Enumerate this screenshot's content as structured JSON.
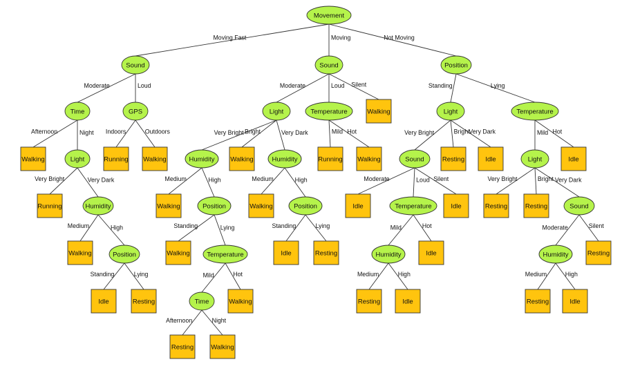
{
  "diagram": {
    "colors": {
      "decision_node": "#b5f34b",
      "leaf_node": "#ffc40e",
      "outline": "#333333"
    },
    "nodes": [
      {
        "id": "root",
        "label": "Movement",
        "kind": "decision"
      },
      {
        "id": "n1",
        "label": "Sound",
        "kind": "decision"
      },
      {
        "id": "n2",
        "label": "Sound",
        "kind": "decision"
      },
      {
        "id": "n3",
        "label": "Position",
        "kind": "decision"
      },
      {
        "id": "n4",
        "label": "Time",
        "kind": "decision"
      },
      {
        "id": "n5",
        "label": "GPS",
        "kind": "decision"
      },
      {
        "id": "n6",
        "label": "Walking",
        "kind": "leaf"
      },
      {
        "id": "n7",
        "label": "Light",
        "kind": "decision"
      },
      {
        "id": "n8",
        "label": "Running",
        "kind": "leaf"
      },
      {
        "id": "n9",
        "label": "Walking",
        "kind": "leaf"
      },
      {
        "id": "n10",
        "label": "Running",
        "kind": "leaf"
      },
      {
        "id": "n11",
        "label": "Humidity",
        "kind": "decision"
      },
      {
        "id": "n12",
        "label": "Walking",
        "kind": "leaf"
      },
      {
        "id": "n13",
        "label": "Position",
        "kind": "decision"
      },
      {
        "id": "n14",
        "label": "Idle",
        "kind": "leaf"
      },
      {
        "id": "n15",
        "label": "Resting",
        "kind": "leaf"
      },
      {
        "id": "n16",
        "label": "Light",
        "kind": "decision"
      },
      {
        "id": "n17",
        "label": "Humidity",
        "kind": "decision"
      },
      {
        "id": "n18",
        "label": "Walking",
        "kind": "leaf"
      },
      {
        "id": "n19",
        "label": "Humidity",
        "kind": "decision"
      },
      {
        "id": "n20",
        "label": "Walking",
        "kind": "leaf"
      },
      {
        "id": "n21",
        "label": "Position",
        "kind": "decision"
      },
      {
        "id": "n22",
        "label": "Walking",
        "kind": "leaf"
      },
      {
        "id": "n23",
        "label": "Temperature",
        "kind": "decision"
      },
      {
        "id": "n24",
        "label": "Time",
        "kind": "decision"
      },
      {
        "id": "n25",
        "label": "Walking",
        "kind": "leaf"
      },
      {
        "id": "n26",
        "label": "Resting",
        "kind": "leaf"
      },
      {
        "id": "n27",
        "label": "Walking",
        "kind": "leaf"
      },
      {
        "id": "n28",
        "label": "Walking",
        "kind": "leaf"
      },
      {
        "id": "n29",
        "label": "Position",
        "kind": "decision"
      },
      {
        "id": "n30",
        "label": "Idle",
        "kind": "leaf"
      },
      {
        "id": "n31",
        "label": "Resting",
        "kind": "leaf"
      },
      {
        "id": "n32",
        "label": "Temperature",
        "kind": "decision"
      },
      {
        "id": "n33",
        "label": "Running",
        "kind": "leaf"
      },
      {
        "id": "n34",
        "label": "Walking",
        "kind": "leaf"
      },
      {
        "id": "n35",
        "label": "Walking",
        "kind": "leaf"
      },
      {
        "id": "n36",
        "label": "Light",
        "kind": "decision"
      },
      {
        "id": "n37",
        "label": "Sound",
        "kind": "decision"
      },
      {
        "id": "n38",
        "label": "Resting",
        "kind": "leaf"
      },
      {
        "id": "n39",
        "label": "Idle",
        "kind": "leaf"
      },
      {
        "id": "n40",
        "label": "Idle",
        "kind": "leaf"
      },
      {
        "id": "n41",
        "label": "Temperature",
        "kind": "decision"
      },
      {
        "id": "n42",
        "label": "Idle",
        "kind": "leaf"
      },
      {
        "id": "n43",
        "label": "Humidity",
        "kind": "decision"
      },
      {
        "id": "n44",
        "label": "Idle",
        "kind": "leaf"
      },
      {
        "id": "n45",
        "label": "Resting",
        "kind": "leaf"
      },
      {
        "id": "n46",
        "label": "Idle",
        "kind": "leaf"
      },
      {
        "id": "n47",
        "label": "Temperature",
        "kind": "decision"
      },
      {
        "id": "n48",
        "label": "Light",
        "kind": "decision"
      },
      {
        "id": "n49",
        "label": "Idle",
        "kind": "leaf"
      },
      {
        "id": "n50",
        "label": "Resting",
        "kind": "leaf"
      },
      {
        "id": "n51",
        "label": "Resting",
        "kind": "leaf"
      },
      {
        "id": "n52",
        "label": "Sound",
        "kind": "decision"
      },
      {
        "id": "n53",
        "label": "Humidity",
        "kind": "decision"
      },
      {
        "id": "n54",
        "label": "Resting",
        "kind": "leaf"
      },
      {
        "id": "n55",
        "label": "Resting",
        "kind": "leaf"
      },
      {
        "id": "n56",
        "label": "Idle",
        "kind": "leaf"
      }
    ],
    "edges": [
      {
        "from": "root",
        "to": "n1",
        "label": "Moving Fast"
      },
      {
        "from": "root",
        "to": "n2",
        "label": "Moving"
      },
      {
        "from": "root",
        "to": "n3",
        "label": "Not Moving"
      },
      {
        "from": "n1",
        "to": "n4",
        "label": "Moderate"
      },
      {
        "from": "n1",
        "to": "n5",
        "label": "Loud"
      },
      {
        "from": "n4",
        "to": "n6",
        "label": "Afternoon"
      },
      {
        "from": "n4",
        "to": "n7",
        "label": "Night"
      },
      {
        "from": "n5",
        "to": "n8",
        "label": "Indoors"
      },
      {
        "from": "n5",
        "to": "n9",
        "label": "Outdoors"
      },
      {
        "from": "n7",
        "to": "n10",
        "label": "Very Bright"
      },
      {
        "from": "n7",
        "to": "n11",
        "label": "Very Dark"
      },
      {
        "from": "n11",
        "to": "n12",
        "label": "Medium"
      },
      {
        "from": "n11",
        "to": "n13",
        "label": "High"
      },
      {
        "from": "n13",
        "to": "n14",
        "label": "Standing"
      },
      {
        "from": "n13",
        "to": "n15",
        "label": "Lying"
      },
      {
        "from": "n2",
        "to": "n16",
        "label": "Moderate"
      },
      {
        "from": "n2",
        "to": "n32",
        "label": "Loud"
      },
      {
        "from": "n2",
        "to": "n35",
        "label": "Silent"
      },
      {
        "from": "n16",
        "to": "n17",
        "label": "Very Bright"
      },
      {
        "from": "n16",
        "to": "n18",
        "label": "Bright"
      },
      {
        "from": "n16",
        "to": "n19",
        "label": "Very Dark"
      },
      {
        "from": "n17",
        "to": "n20",
        "label": "Medium"
      },
      {
        "from": "n17",
        "to": "n21",
        "label": "High"
      },
      {
        "from": "n21",
        "to": "n22",
        "label": "Standing"
      },
      {
        "from": "n21",
        "to": "n23",
        "label": "Lying"
      },
      {
        "from": "n23",
        "to": "n24",
        "label": "Mild"
      },
      {
        "from": "n23",
        "to": "n25",
        "label": "Hot"
      },
      {
        "from": "n24",
        "to": "n26",
        "label": "Afternoon"
      },
      {
        "from": "n24",
        "to": "n27",
        "label": "Night"
      },
      {
        "from": "n19",
        "to": "n28",
        "label": "Medium"
      },
      {
        "from": "n19",
        "to": "n29",
        "label": "High"
      },
      {
        "from": "n29",
        "to": "n30",
        "label": "Standing"
      },
      {
        "from": "n29",
        "to": "n31",
        "label": "Lying"
      },
      {
        "from": "n32",
        "to": "n33",
        "label": "Mild"
      },
      {
        "from": "n32",
        "to": "n34",
        "label": "Hot"
      },
      {
        "from": "n3",
        "to": "n36",
        "label": "Standing"
      },
      {
        "from": "n3",
        "to": "n47",
        "label": "Lying"
      },
      {
        "from": "n36",
        "to": "n37",
        "label": "Very Bright"
      },
      {
        "from": "n36",
        "to": "n38",
        "label": "Bright"
      },
      {
        "from": "n36",
        "to": "n39",
        "label": "Very Dark"
      },
      {
        "from": "n37",
        "to": "n40",
        "label": "Moderate"
      },
      {
        "from": "n37",
        "to": "n41",
        "label": "Loud"
      },
      {
        "from": "n37",
        "to": "n42",
        "label": "Silent"
      },
      {
        "from": "n41",
        "to": "n43",
        "label": "Mild"
      },
      {
        "from": "n41",
        "to": "n44",
        "label": "Hot"
      },
      {
        "from": "n43",
        "to": "n45",
        "label": "Medium"
      },
      {
        "from": "n43",
        "to": "n46",
        "label": "High"
      },
      {
        "from": "n47",
        "to": "n48",
        "label": "Mild"
      },
      {
        "from": "n47",
        "to": "n49",
        "label": "Hot"
      },
      {
        "from": "n48",
        "to": "n50",
        "label": "Very Bright"
      },
      {
        "from": "n48",
        "to": "n51",
        "label": "Bright"
      },
      {
        "from": "n48",
        "to": "n52",
        "label": "Very Dark"
      },
      {
        "from": "n52",
        "to": "n53",
        "label": "Moderate"
      },
      {
        "from": "n52",
        "to": "n54",
        "label": "Silent"
      },
      {
        "from": "n53",
        "to": "n55",
        "label": "Medium"
      },
      {
        "from": "n53",
        "to": "n56",
        "label": "High"
      }
    ]
  }
}
